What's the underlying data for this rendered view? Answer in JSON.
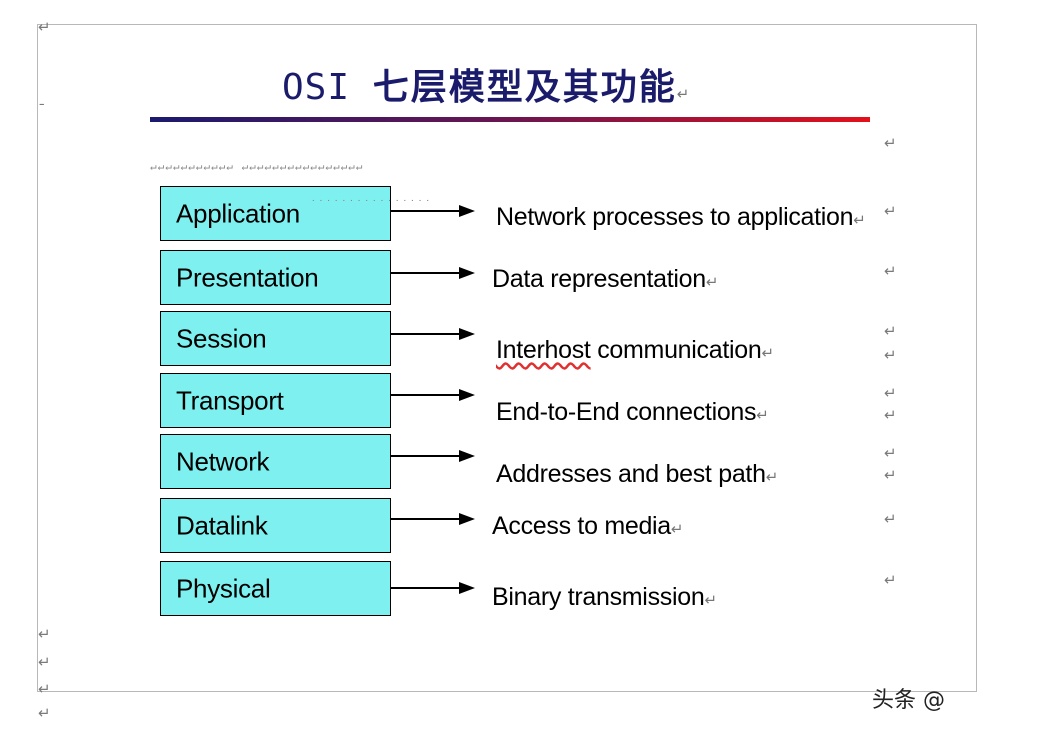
{
  "title": {
    "latin": "OSI",
    "chinese": "七层模型及其功能"
  },
  "layers": [
    {
      "name": "Application",
      "description": "Network  processes  to  application"
    },
    {
      "name": "Presentation",
      "description": "Data representation"
    },
    {
      "name": "Session",
      "description_pre": "",
      "description_squiggle": "Interhost",
      "description_post": " communication"
    },
    {
      "name": "Transport",
      "description": "End-to-End connections"
    },
    {
      "name": "Network",
      "description": "Addresses and best path"
    },
    {
      "name": "Datalink",
      "description": "Access to media"
    },
    {
      "name": "Physical",
      "description": "Binary transmission"
    }
  ],
  "return_mark": "↵",
  "watermark": "头条 @",
  "colors": {
    "box_fill": "#7ff0f0",
    "title": "#1b1b6b",
    "rule_start": "#1b1a6e",
    "rule_end": "#e4101a"
  }
}
